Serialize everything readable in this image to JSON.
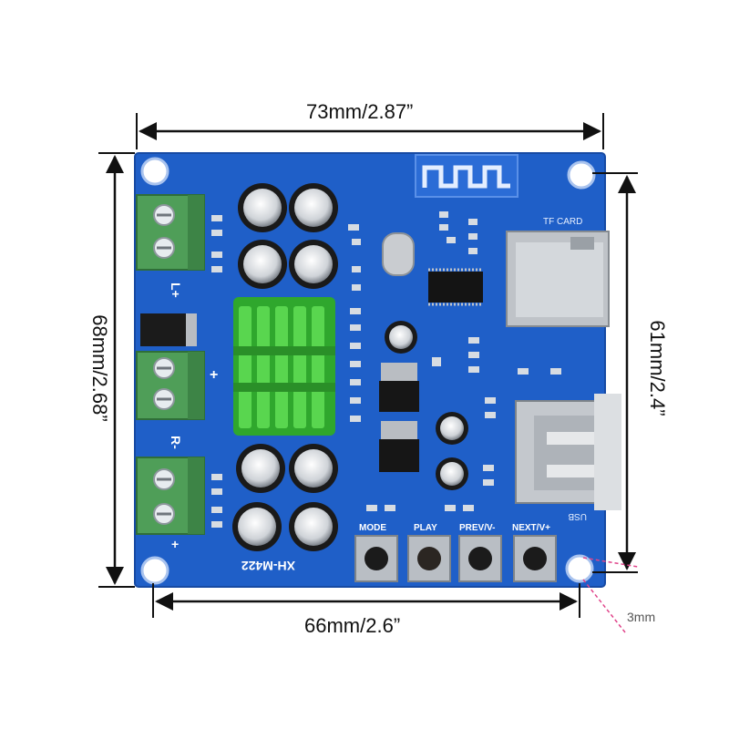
{
  "dimensions": {
    "top_width": "73mm/2.87”",
    "bottom_width": "66mm/2.6”",
    "left_height": "68mm/2.68”",
    "right_height": "61mm/2.4”",
    "hole_size": "3mm"
  },
  "board": {
    "model": "XH-M422",
    "buttons": [
      "MODE",
      "PLAY",
      "PREV/V-",
      "NEXT/V+"
    ],
    "terminal_labels": {
      "left_plus": "L+",
      "right_minus": "R-",
      "plus": "+"
    },
    "slot_labels": {
      "tf_card": "TF CARD",
      "usb": "USB"
    }
  },
  "colors": {
    "pcb": "#1f5fc8",
    "pcb_edge": "#174aa3",
    "terminal_green": "#4f9e58",
    "heatsink_green": "#3fbf3a",
    "arrow": "#111111",
    "hole_marker": "#e0448a"
  }
}
